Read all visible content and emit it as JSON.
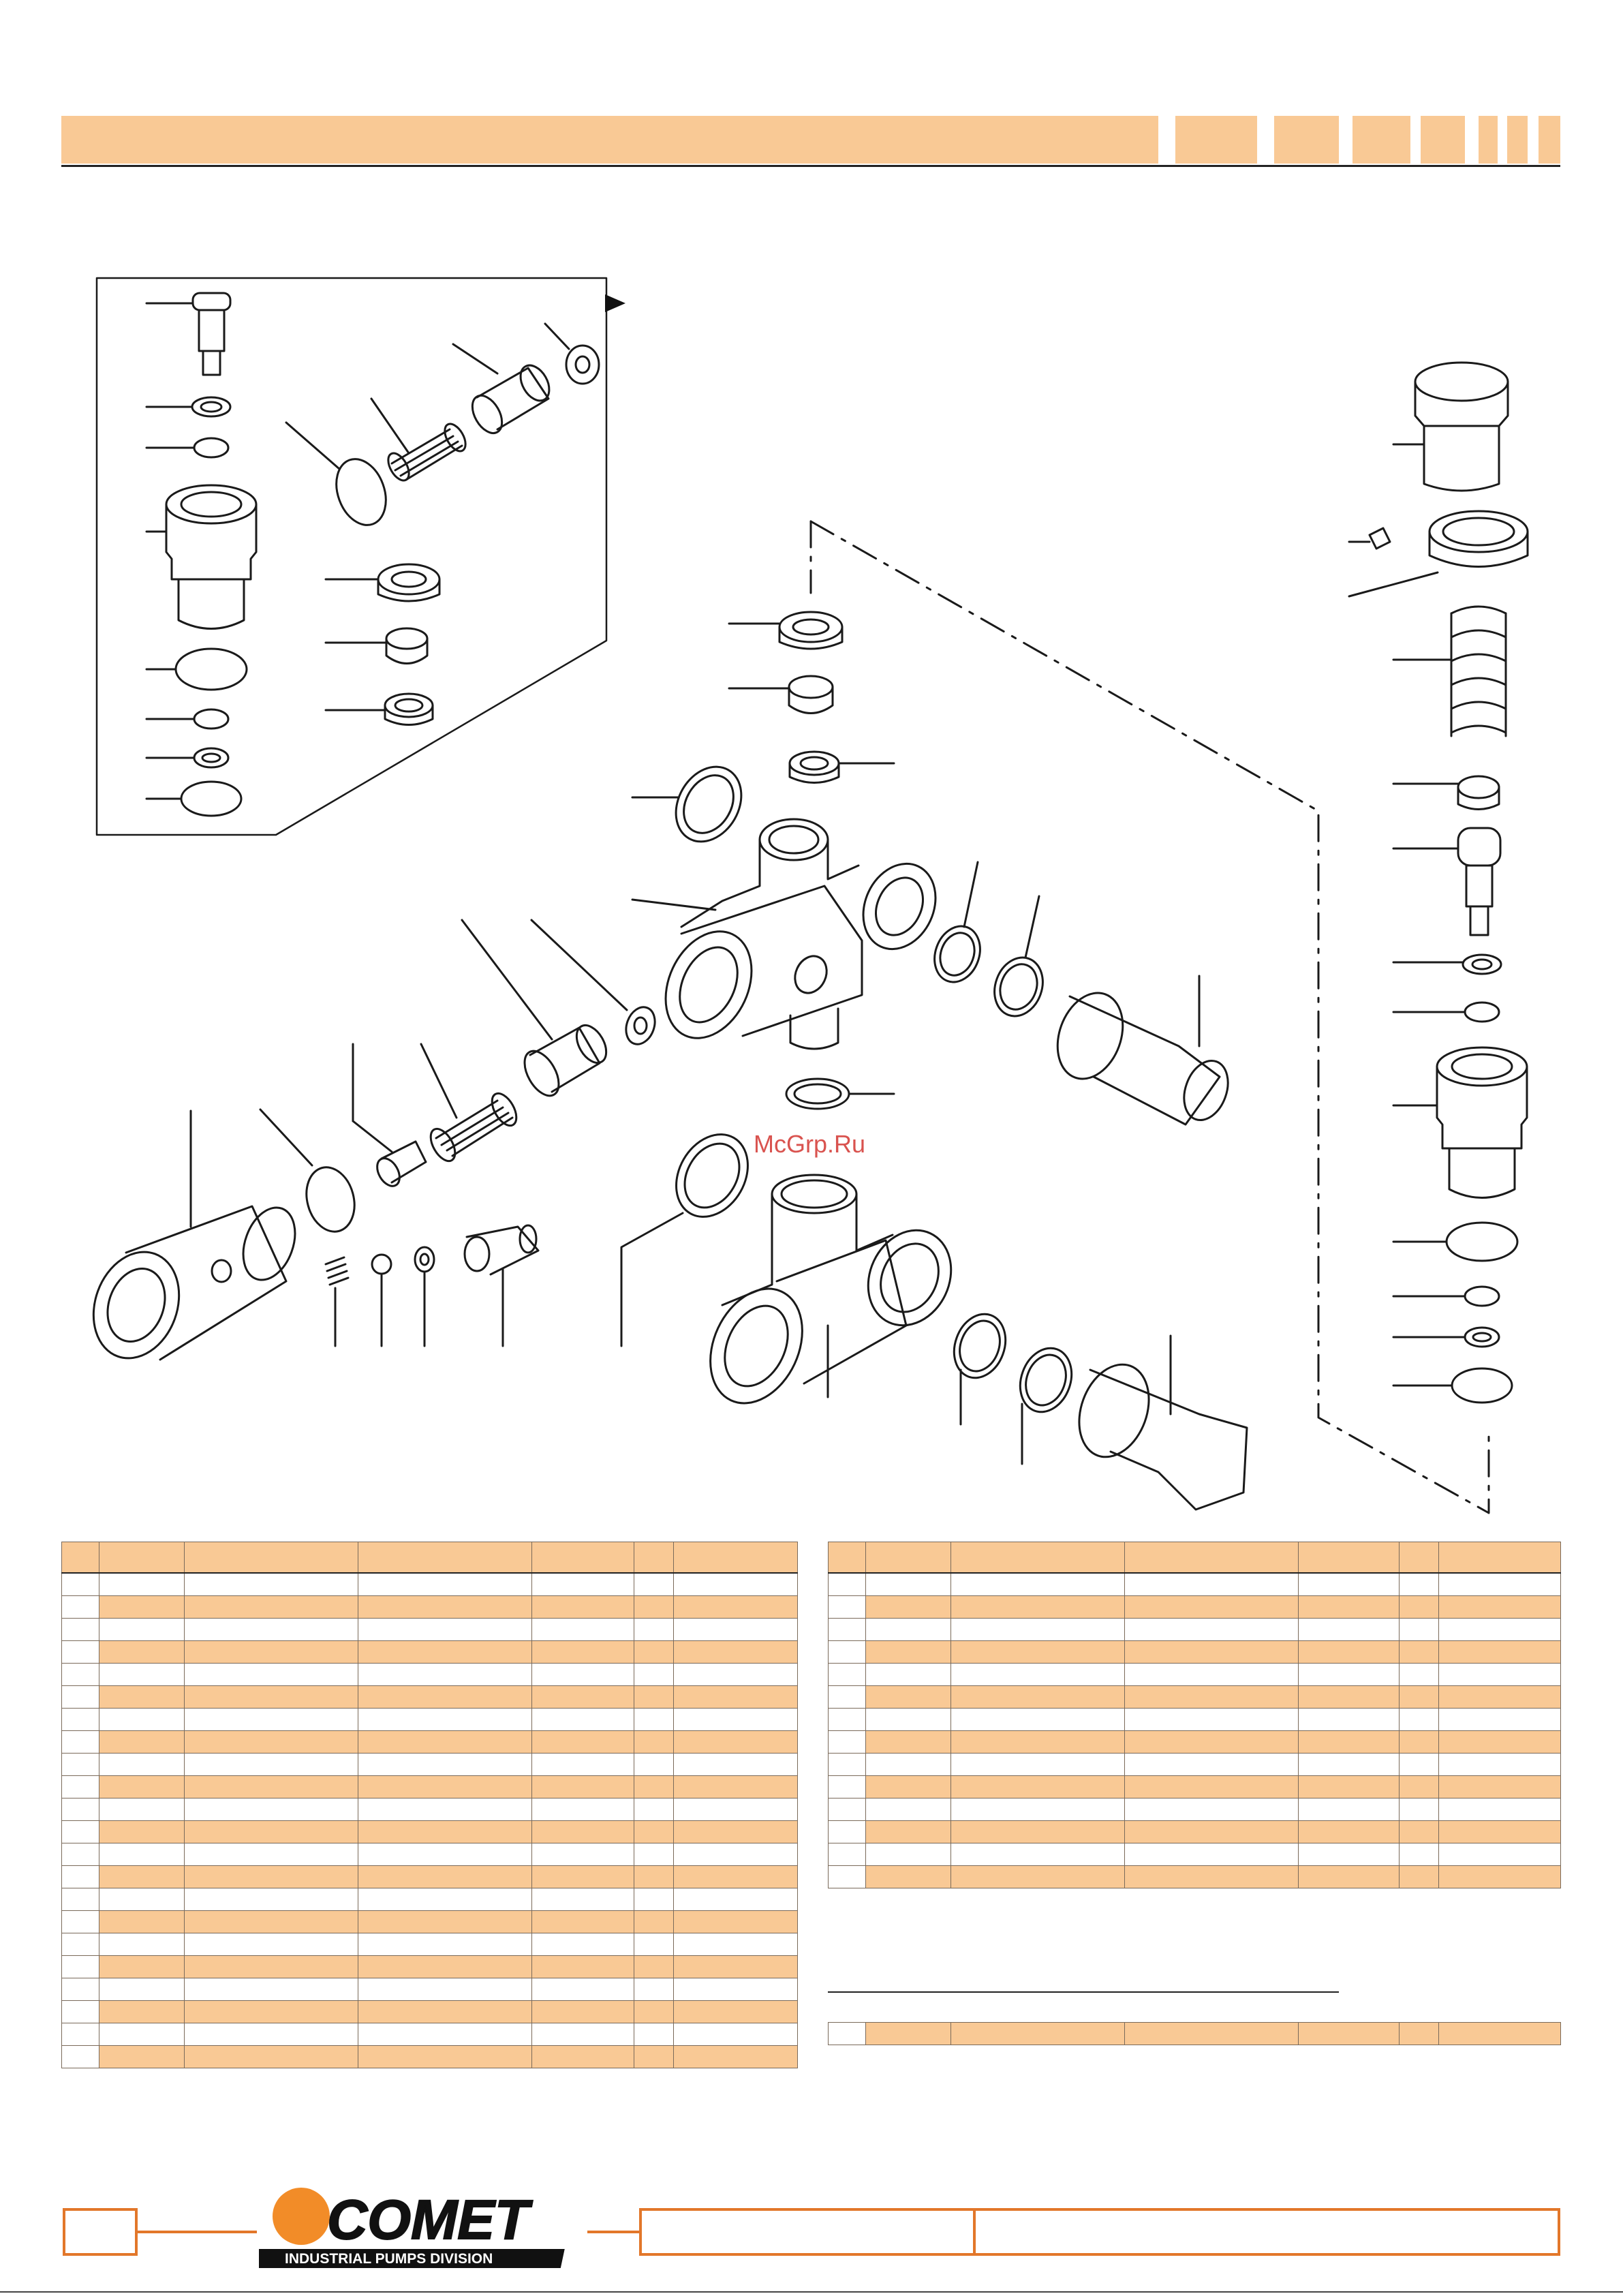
{
  "watermark": {
    "text": "McGrp.Ru"
  },
  "logo": {
    "brand": "COMET",
    "subtitle": "INDUSTRIAL PUMPS DIVISION",
    "accent_color": "#f28c28"
  },
  "colors": {
    "band": "#f9c995",
    "footer_accent": "#e2772a",
    "line": "#222222"
  },
  "tables": {
    "left": {
      "column_count": 7,
      "body_rows": 22
    },
    "right": {
      "column_count": 7,
      "body_rows": 14
    },
    "spare": {
      "column_count": 7,
      "body_rows": 1
    }
  }
}
